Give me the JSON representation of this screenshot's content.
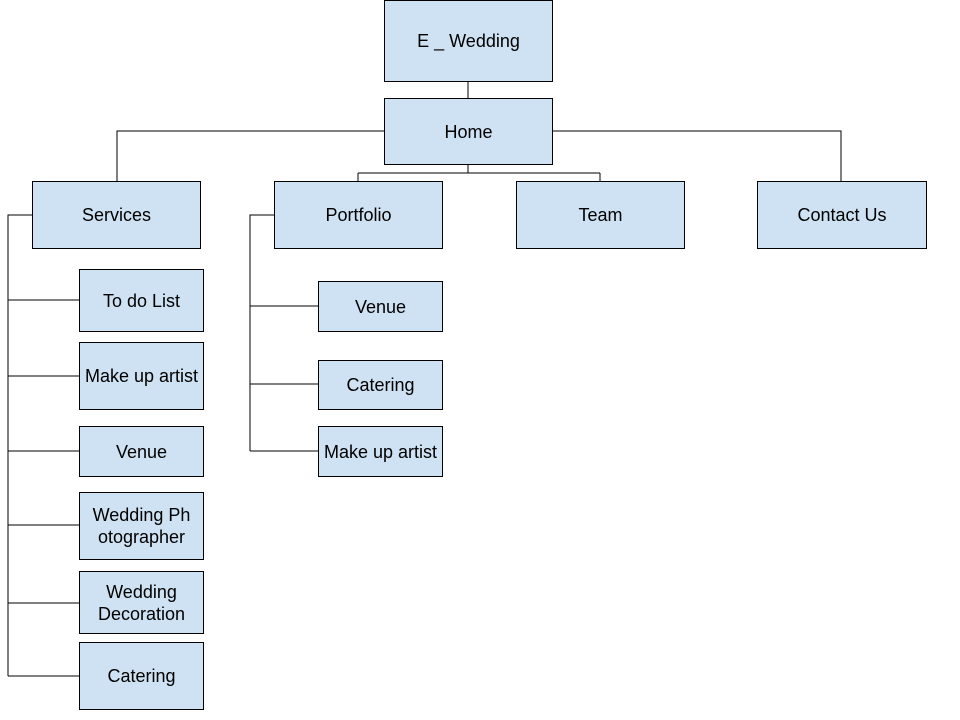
{
  "colors": {
    "node_fill": "#cfe2f3",
    "border": "#000000",
    "line": "#000000"
  },
  "nodes": {
    "root": {
      "label": "E _ Wedding"
    },
    "home": {
      "label": "Home"
    },
    "services": {
      "label": "Services"
    },
    "portfolio": {
      "label": "Portfolio"
    },
    "team": {
      "label": "Team"
    },
    "contact": {
      "label": "Contact Us"
    },
    "services_children": [
      {
        "label": "To do List"
      },
      {
        "label": "Make up artist"
      },
      {
        "label": "Venue"
      },
      {
        "label": "Wedding Photographer"
      },
      {
        "label": "Wedding Decoration"
      },
      {
        "label": "Catering"
      }
    ],
    "portfolio_children": [
      {
        "label": "Venue"
      },
      {
        "label": "Catering"
      },
      {
        "label": "Make up artist"
      }
    ]
  }
}
